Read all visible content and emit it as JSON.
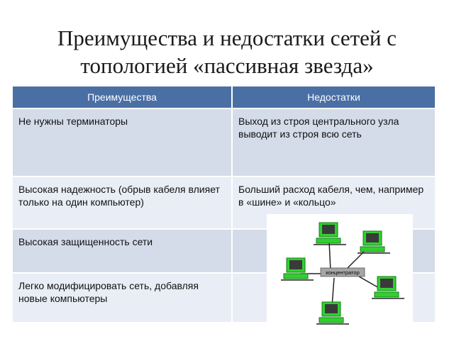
{
  "title": {
    "line1": "Преимущества и недостатки сетей с",
    "line2": "топологией «пассивная звезда»"
  },
  "table": {
    "headers": [
      "Преимущества",
      "Недостатки"
    ],
    "rows": [
      {
        "advantage": "Не нужны терминаторы",
        "disadvantage": "Выход из строя центрального узла выводит из строя всю сеть"
      },
      {
        "advantage": "Высокая надежность (обрыв кабеля влияет только на один компьютер)",
        "disadvantage": "Больший расход кабеля, чем, например в «шине» и «кольцо»"
      },
      {
        "advantage": "Высокая защищенность сети",
        "disadvantage": ""
      },
      {
        "advantage": "Легко модифицировать сеть, добавляя новые компьютеры",
        "disadvantage": ""
      }
    ]
  },
  "diagram": {
    "hub_label": "концентратор",
    "computer_color": "#2fd12f",
    "screen_color": "#3a3a3a",
    "cable_color": "#222222"
  }
}
